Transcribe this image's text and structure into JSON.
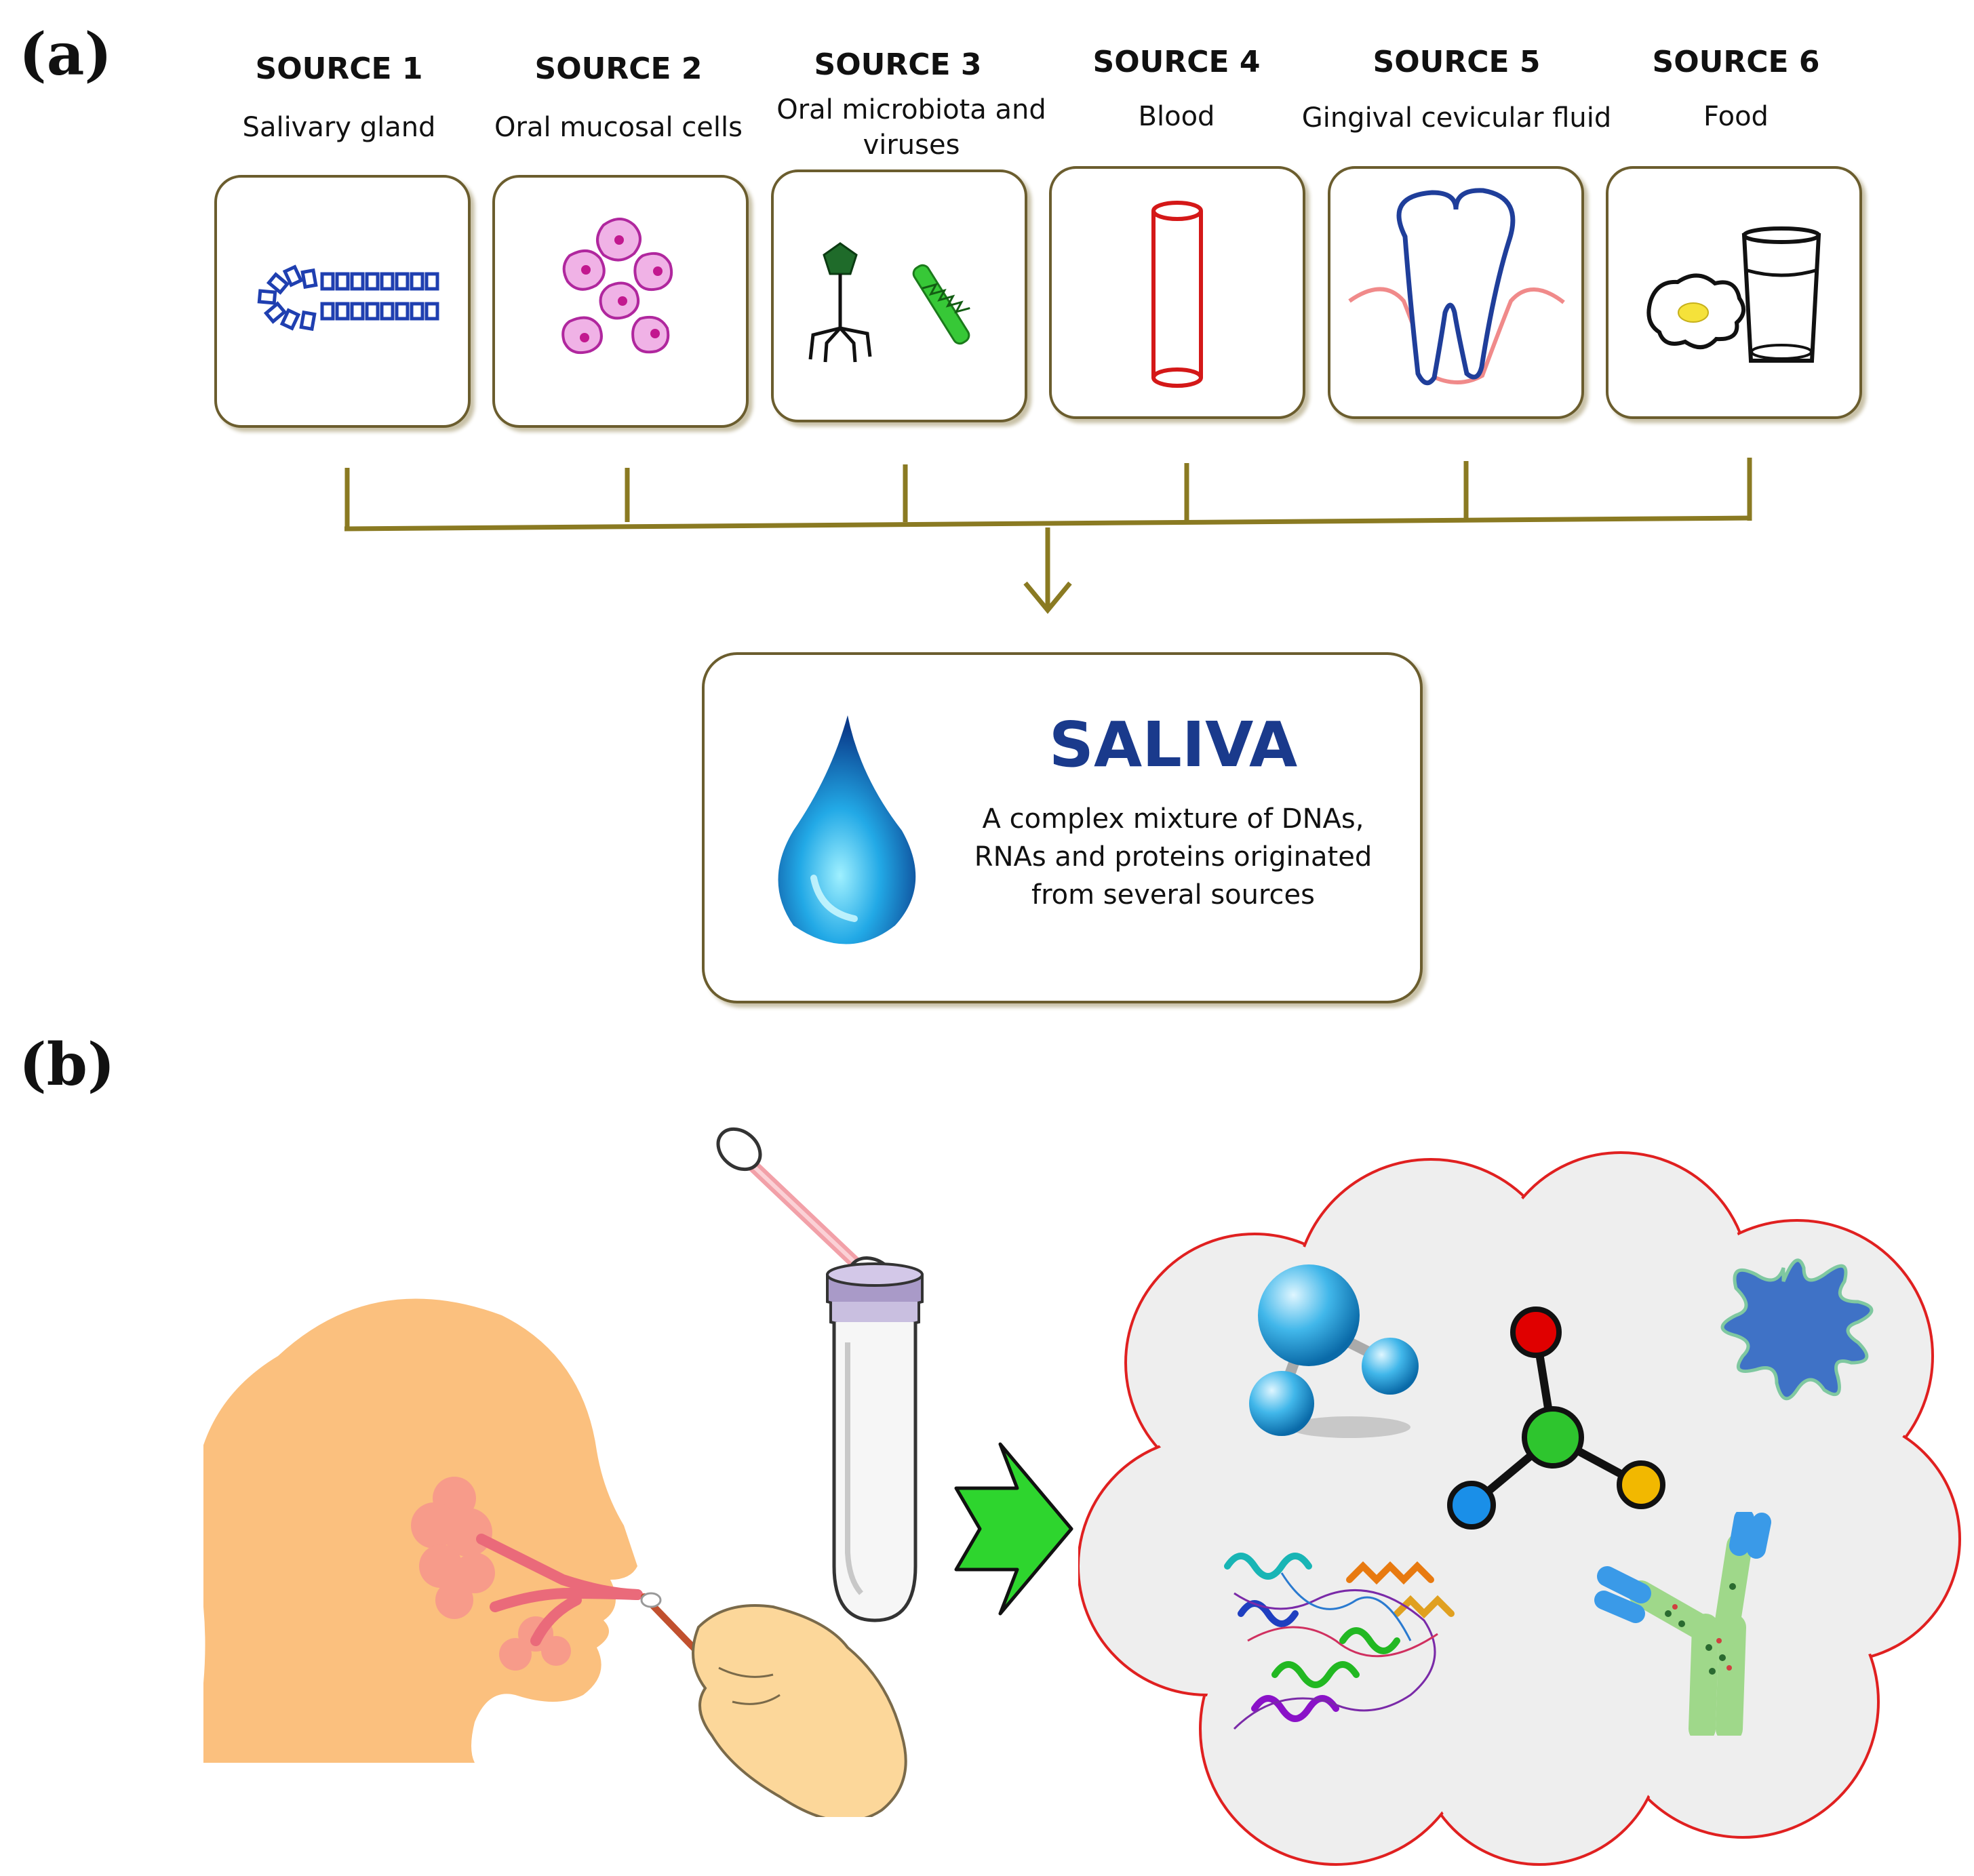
{
  "panels": {
    "a": "(a)",
    "b": "(b)"
  },
  "sources": [
    {
      "title": "SOURCE 1",
      "subtitle": "Salivary gland",
      "icon": "salivary-gland-icon"
    },
    {
      "title": "SOURCE 2",
      "subtitle": "Oral mucosal cells",
      "icon": "mucosal-cells-icon"
    },
    {
      "title": "SOURCE 3",
      "subtitle": "Oral microbiota and viruses",
      "icon": "microbiota-virus-icon"
    },
    {
      "title": "SOURCE 4",
      "subtitle": "Blood",
      "icon": "blood-vessel-icon"
    },
    {
      "title": "SOURCE 5",
      "subtitle": "Gingival cevicular fluid",
      "icon": "tooth-gum-icon"
    },
    {
      "title": "SOURCE 6",
      "subtitle": "Food",
      "icon": "food-glass-icon"
    }
  ],
  "saliva": {
    "title": "SALIVA",
    "description": "A complex mixture of DNAs, RNAs and proteins originated from several sources",
    "icon": "water-drop-icon"
  },
  "panel_b": {
    "icons": [
      "head-profile-icon",
      "salivary-glands-icon",
      "gloved-hand-swab-icon",
      "swab-tube-icon",
      "arrow-right-icon",
      "cloud-icon",
      "water-molecule-icon",
      "molecule-icon",
      "splat-icon",
      "protein-structure-icon",
      "antibody-icon"
    ]
  },
  "colors": {
    "connector": "#8a7a22",
    "saliva_title": "#1a3a8c",
    "cloud_border": "#e02020",
    "arrow_green": "#2ed52e",
    "head": "#fbc07e"
  }
}
